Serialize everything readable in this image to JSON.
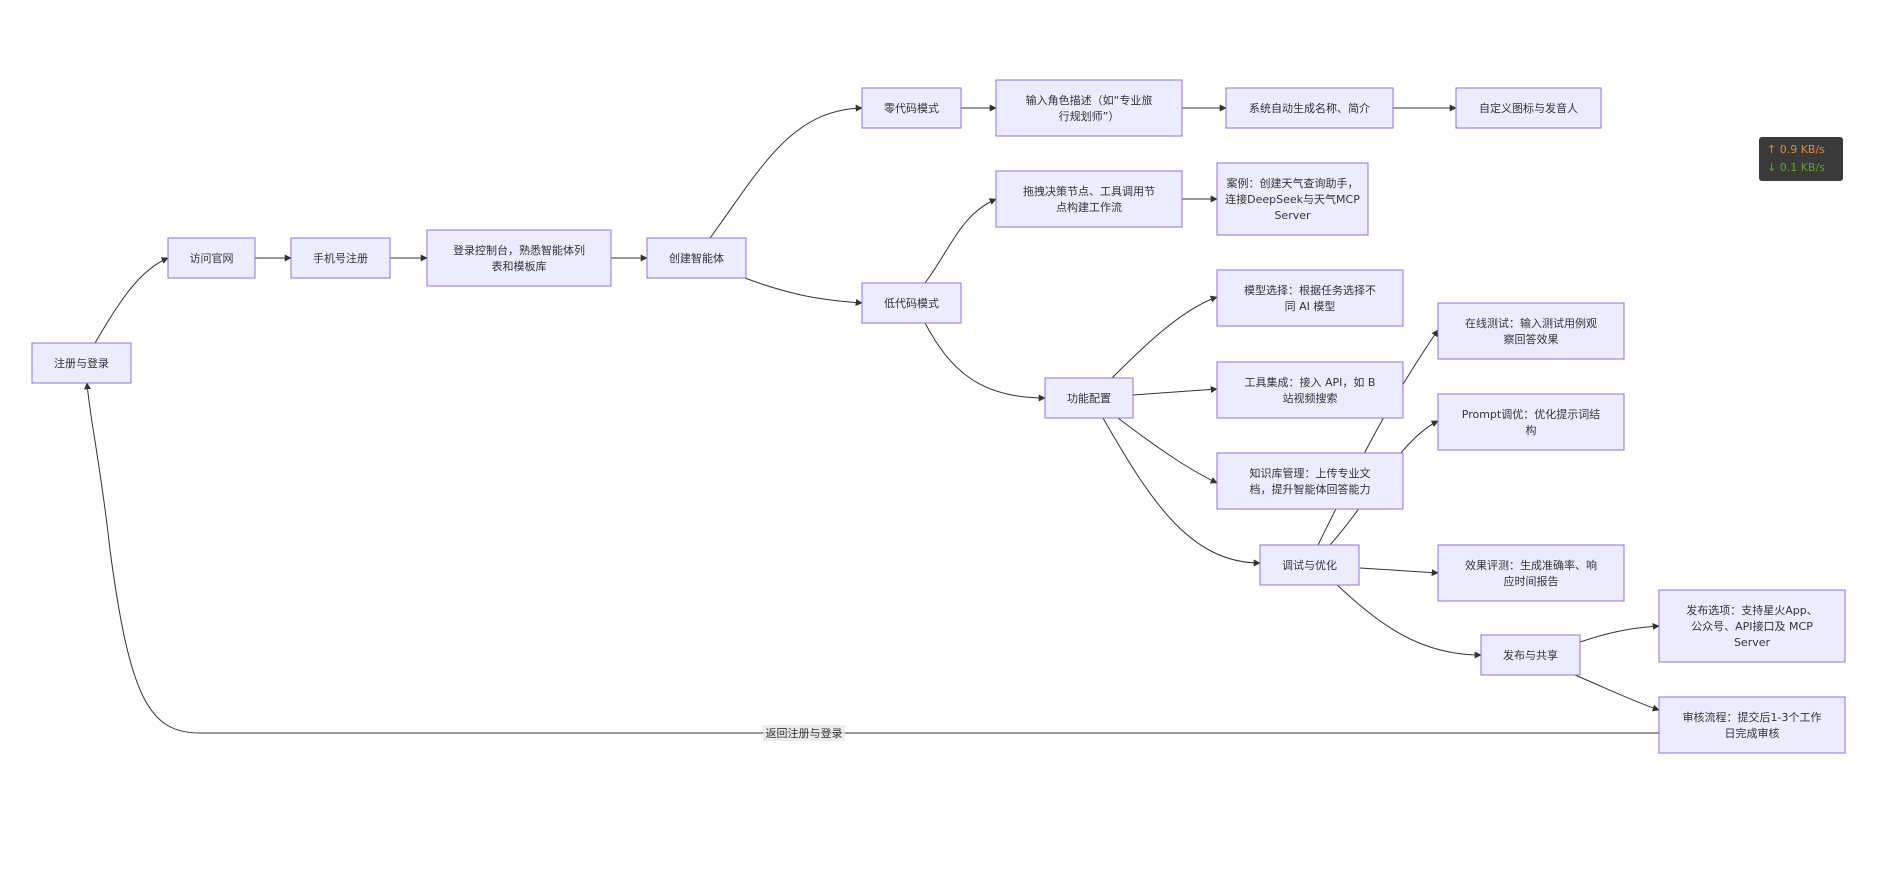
{
  "flowchart": {
    "nodes": {
      "register": [
        "注册与登录"
      ],
      "visit": [
        "访问官网"
      ],
      "phone": [
        "手机号注册"
      ],
      "console": [
        "登录控制台，熟悉智能体列",
        "表和模板库"
      ],
      "create": [
        "创建智能体"
      ],
      "zerocode": [
        "零代码模式"
      ],
      "lowcode": [
        "低代码模式"
      ],
      "role": [
        "输入角色描述（如“专业旅",
        "行规划师”）"
      ],
      "autogen": [
        "系统自动生成名称、简介"
      ],
      "custom": [
        "自定义图标与发音人"
      ],
      "drag": [
        "拖拽决策节点、工具调用节",
        "点构建工作流"
      ],
      "example": [
        "案例：创建天气查询助手，",
        "连接DeepSeek与天气MCP",
        "Server"
      ],
      "config": [
        "功能配置"
      ],
      "model": [
        "模型选择：根据任务选择不",
        "同 AI 模型"
      ],
      "tools": [
        "工具集成：接入 API，如 B",
        "站视频搜索"
      ],
      "kb": [
        "知识库管理：上传专业文",
        "档，提升智能体回答能力"
      ],
      "debug": [
        "调试与优化"
      ],
      "online": [
        "在线测试：输入测试用例观",
        "察回答效果"
      ],
      "prompt": [
        "Prompt调优：优化提示词结",
        "构"
      ],
      "eval": [
        "效果评测：生成准确率、响",
        "应时间报告"
      ],
      "publish": [
        "发布与共享"
      ],
      "options": [
        "发布选项：支持星火App、",
        "公众号、API接口及 MCP",
        "Server"
      ],
      "review": [
        "审核流程：提交后1-3个工作",
        "日完成审核"
      ]
    },
    "edge_labels": {
      "back": "返回注册与登录"
    }
  },
  "network_widget": {
    "upload": "↑ 0.9 KB/s",
    "download": "↓ 0.1 KB/s"
  },
  "colors": {
    "node_fill": "#ECECFF",
    "node_stroke": "#9370DB",
    "edge": "#333333",
    "text": "#333333"
  }
}
